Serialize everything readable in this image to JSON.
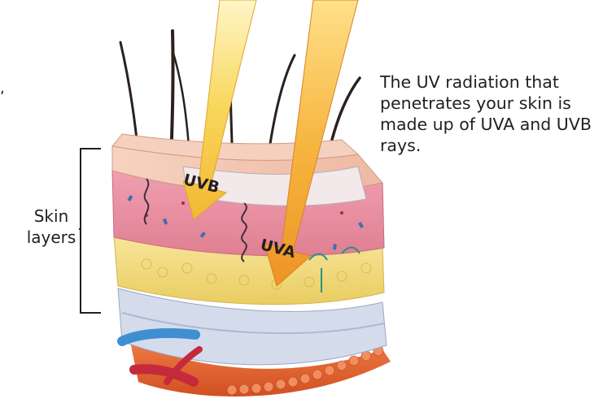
{
  "stray_mark": ",",
  "caption": "The UV radiation that penetrates your skin is made up of UVA and UVB rays.",
  "layers_label": {
    "line1": "Skin",
    "line2": "layers"
  },
  "rays": {
    "uvb_label": "UVB",
    "uva_label": "UVA"
  },
  "colors": {
    "text": "#231f20",
    "ray_uvb": "#f6c945",
    "ray_uva": "#f2a62a",
    "epidermis": "#f1c4ae",
    "dermis": "#e98fa0",
    "fat": "#f3dd79",
    "fascia": "#c9d3e6",
    "muscle": "#e1612c",
    "artery": "#c52a3c",
    "vein": "#3f8fd0",
    "hair": "#2a211d"
  }
}
